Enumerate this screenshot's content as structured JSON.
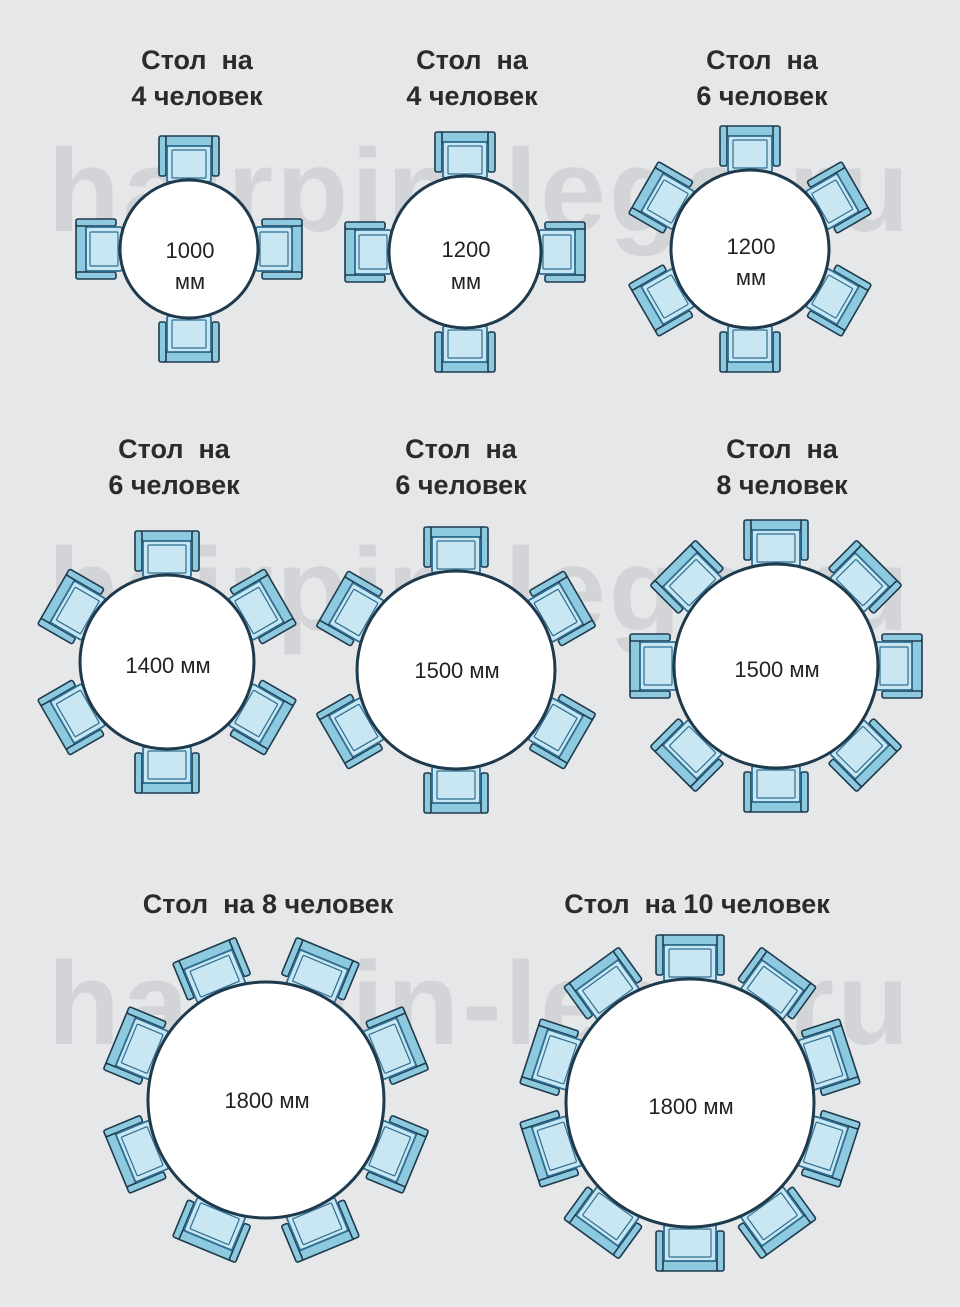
{
  "watermark": {
    "text": "hairpin-legs.ru"
  },
  "colors": {
    "background": "#e6e7e9",
    "table_fill": "#ffffff",
    "outline": "#1e3a4c",
    "chair_outer": "#8dc9df",
    "chair_inner": "#c8e7f2",
    "chair_edge": "#2f6f93",
    "watermark": "#d2d4d7",
    "title": "#2b2b2b"
  },
  "tables": [
    {
      "title_line1": "Стол  на",
      "title_line2": "4 человек",
      "size_line1": "1000",
      "size_line2": "мм",
      "seats": 4
    },
    {
      "title_line1": "Стол  на",
      "title_line2": "4 человек",
      "size_line1": "1200",
      "size_line2": "мм",
      "seats": 4
    },
    {
      "title_line1": "Стол  на",
      "title_line2": "6 человек",
      "size_line1": "1200",
      "size_line2": "мм",
      "seats": 6
    },
    {
      "title_line1": "Стол  на",
      "title_line2": "6 человек",
      "size_line1": "1400 мм",
      "size_line2": "",
      "seats": 6
    },
    {
      "title_line1": "Стол  на",
      "title_line2": "6 человек",
      "size_line1": "1500 мм",
      "size_line2": "",
      "seats": 6
    },
    {
      "title_line1": "Стол  на",
      "title_line2": "8 человек",
      "size_line1": "1500 мм",
      "size_line2": "",
      "seats": 8
    },
    {
      "title_line1": "Стол  на 8 человек",
      "title_line2": "",
      "size_line1": "1800 мм",
      "size_line2": "",
      "seats": 8
    },
    {
      "title_line1": "Стол  на 10 человек",
      "title_line2": "",
      "size_line1": "1800 мм",
      "size_line2": "",
      "seats": 10
    }
  ]
}
